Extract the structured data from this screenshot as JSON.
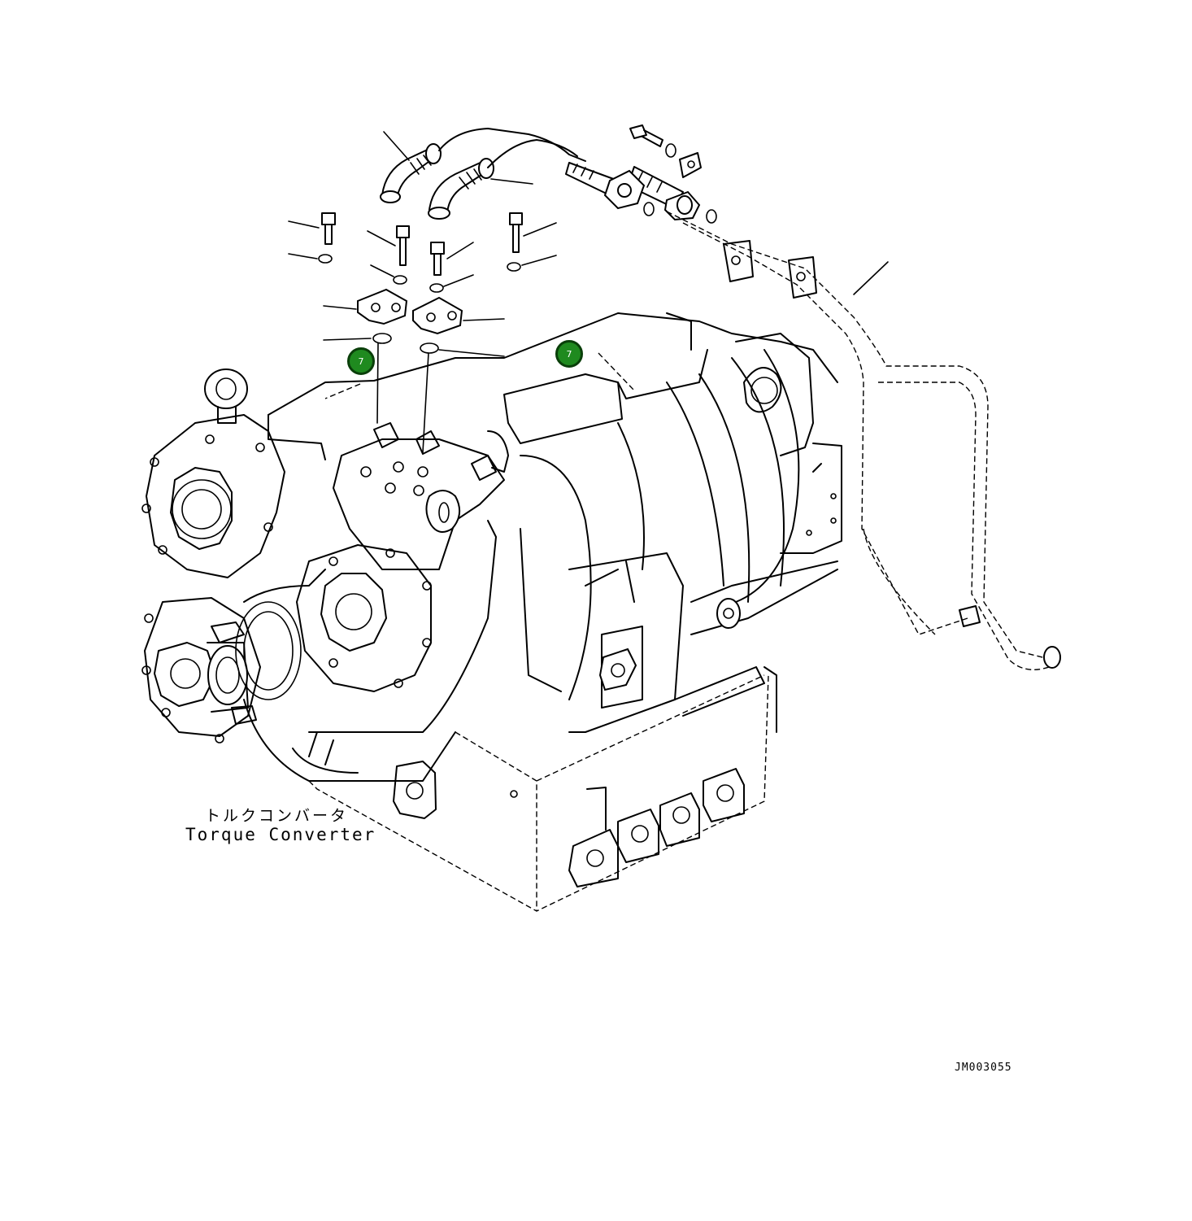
{
  "labels": {
    "component_jp": "トルクコンバータ",
    "component_en": "Torque Converter",
    "drawing_id": "JM003055"
  },
  "callouts": [
    {
      "number": "7"
    },
    {
      "number": "7"
    }
  ],
  "colors": {
    "callout_fill": "#1f8a1f",
    "callout_border": "#0a3f0a",
    "line": "#000000",
    "background": "#ffffff"
  }
}
